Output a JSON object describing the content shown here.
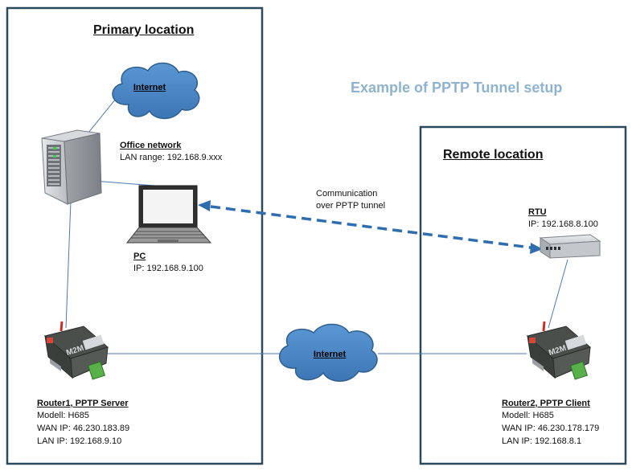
{
  "title": "Example of PPTP Tunnel setup",
  "colors": {
    "box_border": "#2b4a5e",
    "title": "#8fb3cf",
    "cloud_fill": "#4a86c5",
    "cloud_stroke": "#2f5f8f",
    "link_line": "#4a7ab5",
    "tunnel_line": "#2e6db0"
  },
  "primary": {
    "title": "Primary location",
    "internet_label": "Internet",
    "office": {
      "name": "Office network",
      "lan": "LAN range: 192.168.9.xxx"
    },
    "pc": {
      "name": "PC",
      "ip": "IP: 192.168.9.100"
    },
    "router": {
      "name": "Router1, PPTP Server",
      "model": "Modell: H685",
      "wan": "WAN IP: 46.230.183.89",
      "lan": "LAN IP: 192.168.9.10",
      "logo": "M2M"
    }
  },
  "tunnel": {
    "line1": "Communication",
    "line2": "over PPTP tunnel"
  },
  "center_internet_label": "Internet",
  "remote": {
    "title": "Remote location",
    "rtu": {
      "name": "RTU",
      "ip": "IP: 192.168.8.100"
    },
    "router": {
      "name": "Router2, PPTP Client",
      "model": "Modell: H685",
      "wan": "WAN IP: 46.230.178.179",
      "lan": "LAN IP: 192.168.8.1",
      "logo": "M2M"
    }
  }
}
